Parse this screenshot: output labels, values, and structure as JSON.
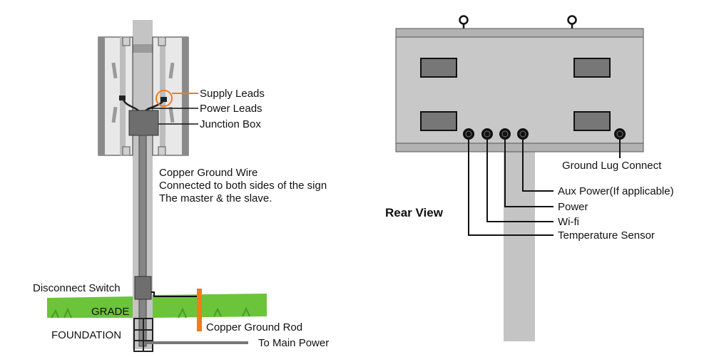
{
  "left_diagram": {
    "labels": {
      "supply_leads": "Supply Leads",
      "power_leads": "Power Leads",
      "junction_box": "Junction Box",
      "ground_wire_line1": "Copper Ground Wire",
      "ground_wire_line2": "Connected to both sides of the sign",
      "ground_wire_line3": "The master & the slave.",
      "disconnect_switch": "Disconnect Switch",
      "grade": "GRADE",
      "copper_ground_rod": "Copper Ground Rod",
      "foundation": "FOUNDATION",
      "to_main_power": "To Main Power"
    }
  },
  "rear_view": {
    "title": "Rear View",
    "labels": {
      "ground_lug": "Ground Lug Connect",
      "aux_power": "Aux Power(If applicable)",
      "power": "Power",
      "wifi": "Wi-fi",
      "temperature": "Temperature Sensor"
    }
  },
  "colors": {
    "pole": "#c4c4c4",
    "panel": "#c8c8c8",
    "box": "#6e6e6e",
    "grass": "#6cc43a",
    "accent": "#f07c1c",
    "line": "#111111"
  }
}
